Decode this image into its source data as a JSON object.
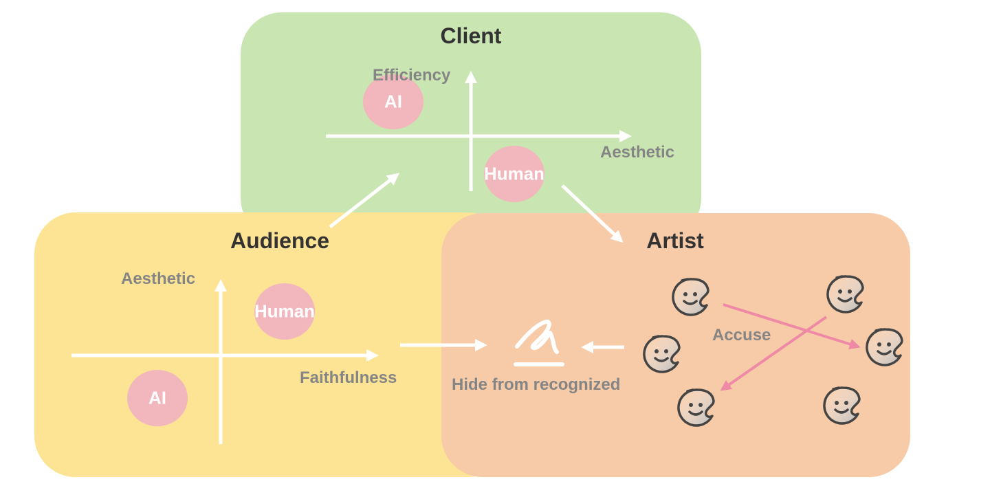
{
  "client": {
    "title": "Client",
    "y_axis_label": "Efficiency",
    "x_axis_label": "Aesthetic",
    "ai_label": "AI",
    "human_label": "Human"
  },
  "audience": {
    "title": "Audience",
    "y_axis_label": "Aesthetic",
    "x_axis_label": "Faithfulness",
    "ai_label": "AI",
    "human_label": "Human"
  },
  "artist": {
    "title": "Artist",
    "hide_label": "Hide from recognized",
    "accuse_label": "Accuse"
  },
  "colors": {
    "client_bg": "#c9e5b2",
    "audience_bg": "#fce494",
    "artist_bg": "#f7cba7",
    "blob": "#f2b6bd",
    "accuse_arrow": "#ee8aa6"
  },
  "icons": {
    "artist_face": "palette-face-icon",
    "signature": "signature-icon"
  }
}
